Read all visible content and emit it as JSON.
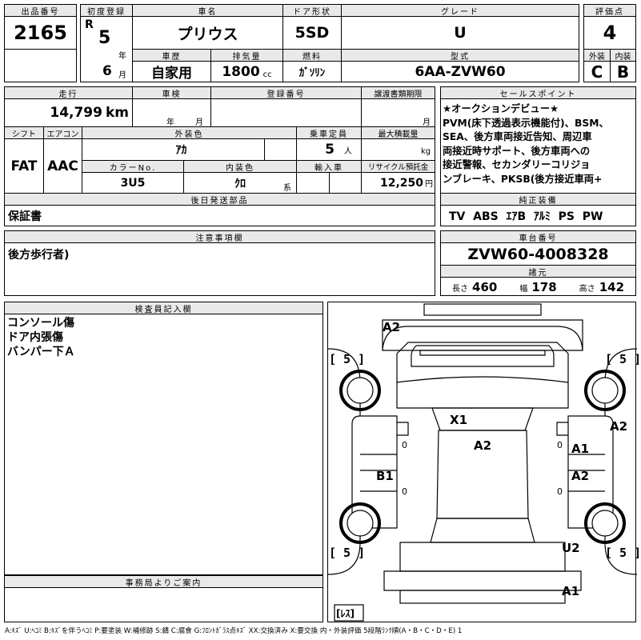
{
  "headers": {
    "lot_no": "出品番号",
    "first_reg": "初度登録",
    "car_name": "車名",
    "door": "ドア形状",
    "grade": "グレード",
    "score": "評価点",
    "history": "車歴",
    "displacement": "排気量",
    "fuel": "燃料",
    "model": "型式",
    "exterior": "外装",
    "interior": "内装",
    "mileage": "走行",
    "inspection": "車検",
    "reg_no": "登録番号",
    "transfer": "譲渡書類期限",
    "sales": "セールスポイント",
    "shift": "シフト",
    "ac": "エアコン",
    "ext_color": "外装色",
    "capacity": "乗車定員",
    "max_load": "最大積載量",
    "color_no": "カラーNo.",
    "int_color": "内装色",
    "import": "輸入車",
    "recycle": "リサイクル預託金",
    "later": "後日発送部品",
    "equipment": "純正装備",
    "notes": "注意事項欄",
    "chassis": "車台番号",
    "specs": "諸元",
    "inspector": "検査員記入欄",
    "office": "事務局よりご案内"
  },
  "values": {
    "lot_no": "2165",
    "era": "R",
    "year": "5",
    "year_unit": "年",
    "month": "6",
    "month_unit": "月",
    "car_name": "プリウス",
    "door": "5SD",
    "grade": "U",
    "score": "4",
    "history": "自家用",
    "displacement": "1800",
    "displacement_unit": "cc",
    "fuel": "ｶﾞｿﾘﾝ",
    "model": "6AA-ZVW60",
    "exterior": "C",
    "interior": "B",
    "mileage": "14,799",
    "mileage_unit": "km",
    "insp_year_unit": "年",
    "insp_month_unit": "月",
    "transfer_month_unit": "月",
    "shift": "FAT",
    "ac": "AAC",
    "ext_color": "ｱｶ",
    "capacity": "5",
    "capacity_unit": "人",
    "load_unit": "kg",
    "color_no": "3U5",
    "int_color": "ｸﾛ",
    "int_color_unit": "系",
    "recycle": "12,250",
    "recycle_unit": "円",
    "later": "保証書",
    "equipment": "TV  ABS  ｴｱB  ｱﾙﾐ  PS  PW",
    "notes": "後方歩行者)",
    "chassis": "ZVW60-4008328",
    "length_label": "長さ",
    "length": "460",
    "width_label": "幅",
    "width": "178",
    "height_label": "高さ",
    "height": "142",
    "sales": "★オークションデビュー★\nPVM(床下透過表示機能付)、BSM、\nSEA、後方車両接近告知、周辺車\n両接近時サポート、後方車両への\n接近警報、セカンダリーコリジョ\nンブレーキ、PKSB(後方接近車両+",
    "inspector": "コンソール傷\nドア内張傷\nバンパー下Ａ"
  },
  "diagram": {
    "marks": {
      "a2_top": "A2",
      "x1": "X1",
      "a2_center": "A2",
      "a1_right": "A1",
      "a2_right_edge": "A2",
      "b1": "B1",
      "a2_right_door": "A2",
      "u2": "U2",
      "a1_bottom": "A1"
    },
    "tires": {
      "fl": "[ 5 ]",
      "fr": "[ 5 ]",
      "rl": "[ 5 ]",
      "rr": "[ 5 ]"
    },
    "door_l_front": "0",
    "door_l_rear": "0",
    "door_r_front": "0",
    "door_r_rear": "0",
    "spare": "[ﾚｽ]"
  },
  "legend": "A:ｷｽﾞ U:ﾍｺﾐ B:ｷｽﾞを伴うﾍｺﾐ P:要塗装 W:補修跡 S:錆 C:腐食 G:ﾌﾛﾝﾄｶﾞﾗｽ点ｷｽﾞ XX:交換済み X:要交換  内・外装評価 5段階ﾗﾝｸ順(A・B・C・D・E) 1"
}
